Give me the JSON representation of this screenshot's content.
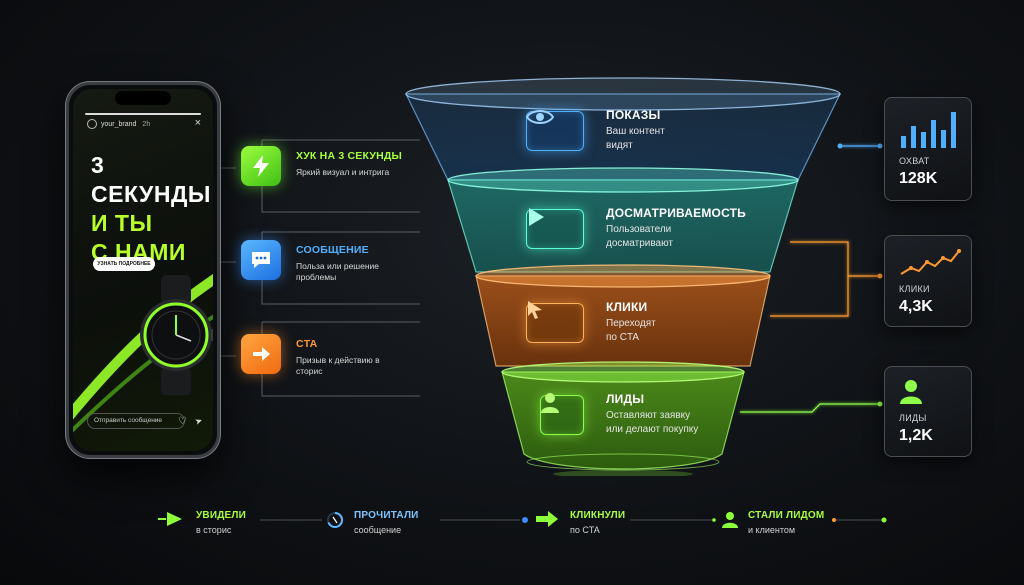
{
  "phone": {
    "account": "your_brand",
    "time": "2h",
    "close": "×",
    "headline_line1": "3 СЕКУНДЫ",
    "headline_line2": "И ТЫ",
    "headline_line3": "С НАМИ",
    "button": "УЗНАТЬ ПОДРОБНЕЕ",
    "message_placeholder": "Отправить сообщение"
  },
  "features": [
    {
      "title": "ХУК НА 3 СЕКУНДЫ",
      "desc": "Яркий визуал и интрига",
      "icon": "lightning-icon",
      "color": "#8cff3a"
    },
    {
      "title": "СООБЩЕНИЕ",
      "desc": "Польза или решение проблемы",
      "icon": "chat-bubble-icon",
      "color": "#3a9cff"
    },
    {
      "title": "CTA",
      "desc": "Призыв к действию в сторис",
      "icon": "arrow-right-icon",
      "color": "#ff8a1e"
    }
  ],
  "funnel": [
    {
      "title": "ПОКАЗЫ",
      "desc_line1": "Ваш контент",
      "desc_line2": "видят",
      "icon": "eye-icon",
      "color": "#4fb0ff"
    },
    {
      "title": "ДОСМАТРИВАЕМОСТЬ",
      "desc_line1": "Пользователи",
      "desc_line2": "досматривают",
      "icon": "play-icon",
      "color": "#5dffd8"
    },
    {
      "title": "КЛИКИ",
      "desc_line1": "Переходят",
      "desc_line2": "по CTA",
      "icon": "cursor-icon",
      "color": "#ffb15a"
    },
    {
      "title": "ЛИДЫ",
      "desc_line1": "Оставляют заявку",
      "desc_line2": "или делают покупку",
      "icon": "user-icon",
      "color": "#8dff4a"
    }
  ],
  "stats": [
    {
      "label": "ОХВАТ",
      "value": "128K",
      "icon": "bar-chart-icon",
      "color": "#4fb0ff"
    },
    {
      "label": "КЛИКИ",
      "value": "4,3K",
      "icon": "trend-line-icon",
      "color": "#ff9a2e"
    },
    {
      "label": "ЛИДЫ",
      "value": "1,2K",
      "icon": "user-icon",
      "color": "#8dff4a"
    }
  ],
  "flow": [
    {
      "title": "УВИДЕЛИ",
      "desc": "в сторис",
      "icon": "play-arrow-icon",
      "color": "#8cff3a"
    },
    {
      "title": "ПРОЧИТАЛИ",
      "desc": "сообщение",
      "icon": "circle-progress-icon",
      "color": "#5ab8ff"
    },
    {
      "title": "КЛИКНУЛИ",
      "desc": "по CTA",
      "icon": "arrow-right-icon",
      "color": "#8cff3a"
    },
    {
      "title": "СТАЛИ ЛИДОМ",
      "desc": "и клиентом",
      "icon": "user-icon",
      "color": "#8cff3a"
    }
  ]
}
